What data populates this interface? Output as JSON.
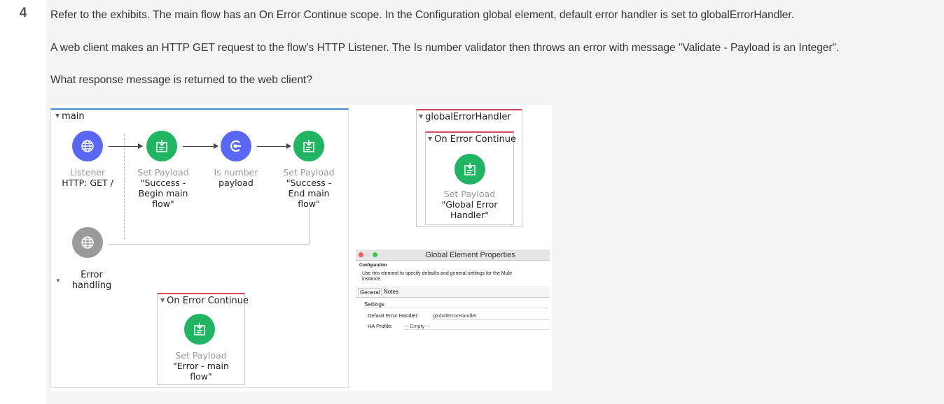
{
  "question": {
    "number": "4",
    "intro": "Refer to the exhibits. The main flow has an On Error Continue scope. In the Configuration global element, default error handler is set to globalErrorHandler.",
    "request": "A web client makes an HTTP GET request to the flow's HTTP Listener. The Is number validator then throws an error with message \"Validate - Payload is an Integer\".",
    "prompt": "What response message is returned to the web client?"
  },
  "main_flow": {
    "title": "main",
    "nodes": [
      {
        "type": "Listener",
        "value": "HTTP: GET /"
      },
      {
        "type": "Set Payload",
        "value": "\"Success -\nBegin main\nflow\""
      },
      {
        "type": "Is number",
        "value": "payload"
      },
      {
        "type": "Set Payload",
        "value": "\"Success -\nEnd main\nflow\""
      }
    ],
    "error_handling_label": "Error\nhandling",
    "on_error_continue": {
      "title": "On Error Continue",
      "node_type": "Set Payload",
      "node_value": "\"Error - main\nflow\""
    }
  },
  "global_error_handler": {
    "title": "globalErrorHandler",
    "scope_title": "On Error Continue",
    "node_type": "Set Payload",
    "node_value": "\"Global Error\nHandler\""
  },
  "global_element_properties": {
    "window_title": "Global Element Properties",
    "heading": "Configuration",
    "description": "Use this element to specify defaults and general settings for the Mule\ninstance.",
    "tabs": [
      "General",
      "Notes"
    ],
    "section": "Settings",
    "default_error_handler_label": "Default Error Handler:",
    "default_error_handler_value": "globalErrorHandler",
    "ha_profile_label": "HA Profile:",
    "ha_profile_value": "-- Empty --"
  },
  "colors": {
    "listener_node": "#5a67f2",
    "payload_node": "#21b563",
    "error_source_node": "#9a9a9a",
    "main_scope_accent": "#4a90d9",
    "error_scope_accent": "#d9475a"
  }
}
